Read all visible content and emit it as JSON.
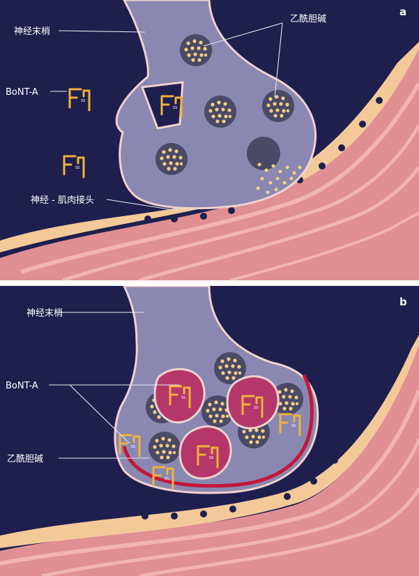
{
  "panels": [
    {
      "tag": "a",
      "labels": {
        "nerve_terminal": "神经末梢",
        "acetylcholine": "乙酰胆碱",
        "bont_a": "BoNT-A",
        "nmj": "神经 - 肌肉接头"
      }
    },
    {
      "tag": "b",
      "labels": {
        "nerve_terminal": "神经末梢",
        "bont_a": "BoNT-A",
        "acetylcholine": "乙酰胆碱"
      }
    }
  ],
  "colors": {
    "background": "#1f1f4e",
    "terminal": "#8a88b0",
    "terminal_outline": "#f0d2cf",
    "vesicle": "#4a4a66",
    "ach_dot": "#f3cf86",
    "toxin": "#f0b23a",
    "muscle": "#e08f93",
    "muscle_stripe": "#f2b3b2",
    "synaptic_layer": "#f3c99a",
    "damage_cell": "#b5376a",
    "membrane_red": "#c4183a",
    "divider": "#ffffff"
  }
}
